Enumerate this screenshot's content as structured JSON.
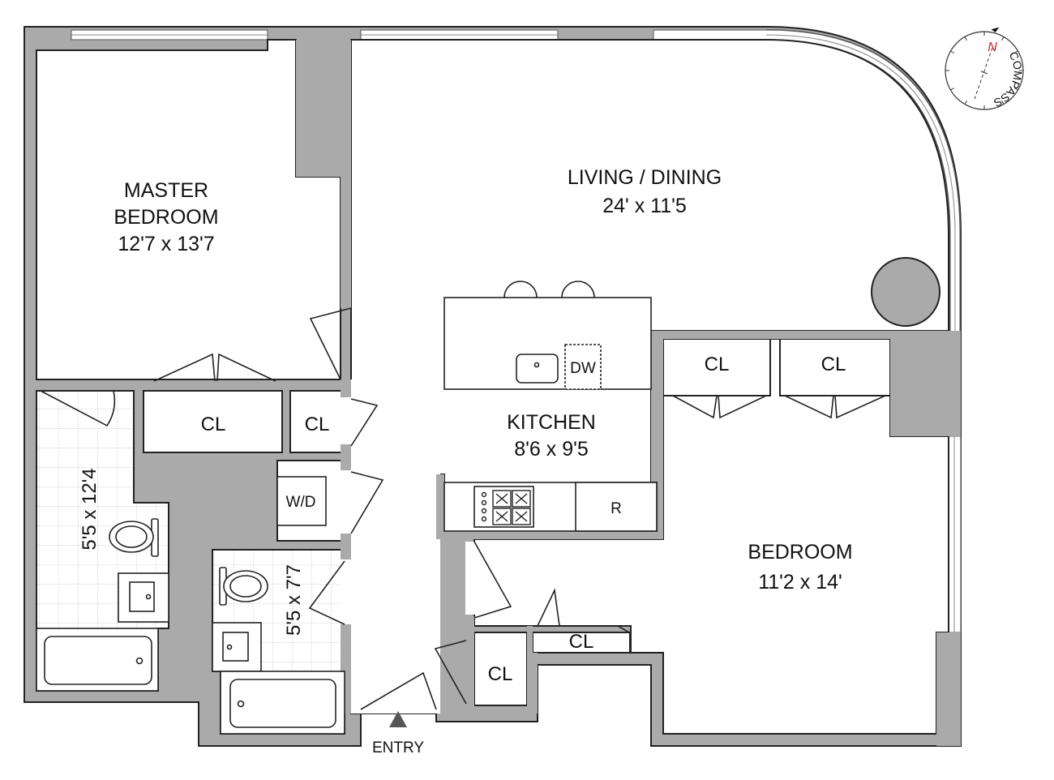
{
  "plan": {
    "rooms": {
      "master_bedroom": {
        "name_line1": "MASTER",
        "name_line2": "BEDROOM",
        "size": "12'7 x 13'7"
      },
      "living_dining": {
        "name": "LIVING / DINING",
        "size": "24' x 11'5"
      },
      "kitchen": {
        "name": "KITCHEN",
        "size": "8'6 x 9'5"
      },
      "bedroom": {
        "name": "BEDROOM",
        "size": "11'2 x 14'"
      },
      "master_bath": {
        "size": "5'5 x 12'4"
      },
      "bath": {
        "size": "5'5 x 7'7"
      }
    },
    "closets": [
      "CL",
      "CL",
      "CL",
      "CL",
      "CL",
      "CL"
    ],
    "fixtures": {
      "washer_dryer": "W/D",
      "dishwasher": "DW",
      "refrigerator": "R"
    },
    "entry_label": "ENTRY",
    "compass": {
      "north": "N",
      "label": "COMPASS",
      "north_color": "#d0202a"
    }
  },
  "colors": {
    "wall": "#aaaaaa",
    "line": "#222222"
  }
}
